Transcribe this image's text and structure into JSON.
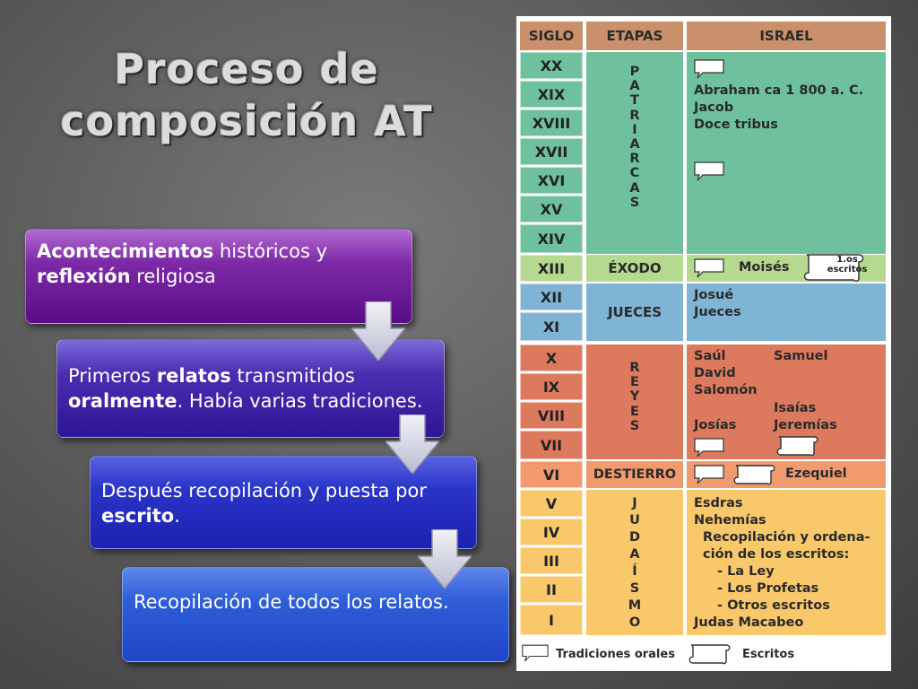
{
  "title": {
    "line1": "Proceso de",
    "line2": "composición AT"
  },
  "steps": [
    {
      "parts": [
        {
          "t": "Acontecimientos",
          "b": true
        },
        {
          "t": " históricos y ",
          "b": false
        },
        {
          "t": "reflexión",
          "b": true
        },
        {
          "t": " religiosa",
          "b": false
        }
      ]
    },
    {
      "parts": [
        {
          "t": "Primeros ",
          "b": false
        },
        {
          "t": "relatos",
          "b": true
        },
        {
          "t": " transmitidos ",
          "b": false
        },
        {
          "t": "oralmente",
          "b": true
        },
        {
          "t": ". Había varias tradiciones.",
          "b": false
        }
      ]
    },
    {
      "parts": [
        {
          "t": "Después recopilación y puesta por ",
          "b": false
        },
        {
          "t": "escrito",
          "b": true
        },
        {
          "t": ".",
          "b": false
        }
      ]
    },
    {
      "parts": [
        {
          "t": "Recopilación de todos los relatos.",
          "b": false
        }
      ]
    }
  ],
  "table": {
    "headers": {
      "siglo": "SIGLO",
      "etapas": "ETAPAS",
      "israel": "ISRAEL"
    },
    "centuries": [
      "XX",
      "XIX",
      "XVIII",
      "XVII",
      "XVI",
      "XV",
      "XIV",
      "XIII",
      "XII",
      "XI",
      "X",
      "IX",
      "VIII",
      "VII",
      "VI",
      "V",
      "IV",
      "III",
      "II",
      "I"
    ],
    "etapas": {
      "patriarcas": [
        "P",
        "A",
        "T",
        "R",
        "I",
        "A",
        "R",
        "C",
        "A",
        "S"
      ],
      "exodo": "ÉXODO",
      "jueces": "JUECES",
      "reyes": [
        "R",
        "E",
        "Y",
        "E",
        "S"
      ],
      "destierro": "DESTIERRO",
      "judaismo": [
        "J",
        "U",
        "D",
        "A",
        "Í",
        "S",
        "M",
        "O"
      ]
    },
    "israel": {
      "patriarcas": [
        "Abraham ca 1 800 a. C.",
        "Jacob",
        "Doce tribus"
      ],
      "exodo": "Moisés",
      "exodo_scroll": "1.os escritos",
      "jueces": [
        "Josué",
        "Jueces"
      ],
      "reyes_left": [
        "Saúl",
        "David",
        "Salomón"
      ],
      "reyes_right_top": "Samuel",
      "reyes_right_mid": [
        "Isaías",
        "Jeremías"
      ],
      "reyes_josias": "Josías",
      "destierro": "Ezequiel",
      "judaismo": [
        "Esdras",
        "Nehemías",
        "Recopilación y ordena-",
        "ción de los escritos:",
        "- La Ley",
        "- Los Profetas",
        "- Otros escritos",
        "Judas Macabeo"
      ]
    },
    "legend": {
      "oral": "Tradiciones orales",
      "escritos": "Escritos"
    },
    "colors": {
      "header": "#c9906b",
      "patriarcas": "#6ec19c",
      "exodo": "#b6d990",
      "jueces": "#80b4d4",
      "reyes": "#dd7a5e",
      "destierro": "#f19a6e",
      "judaismo": "#f8c86a"
    }
  }
}
